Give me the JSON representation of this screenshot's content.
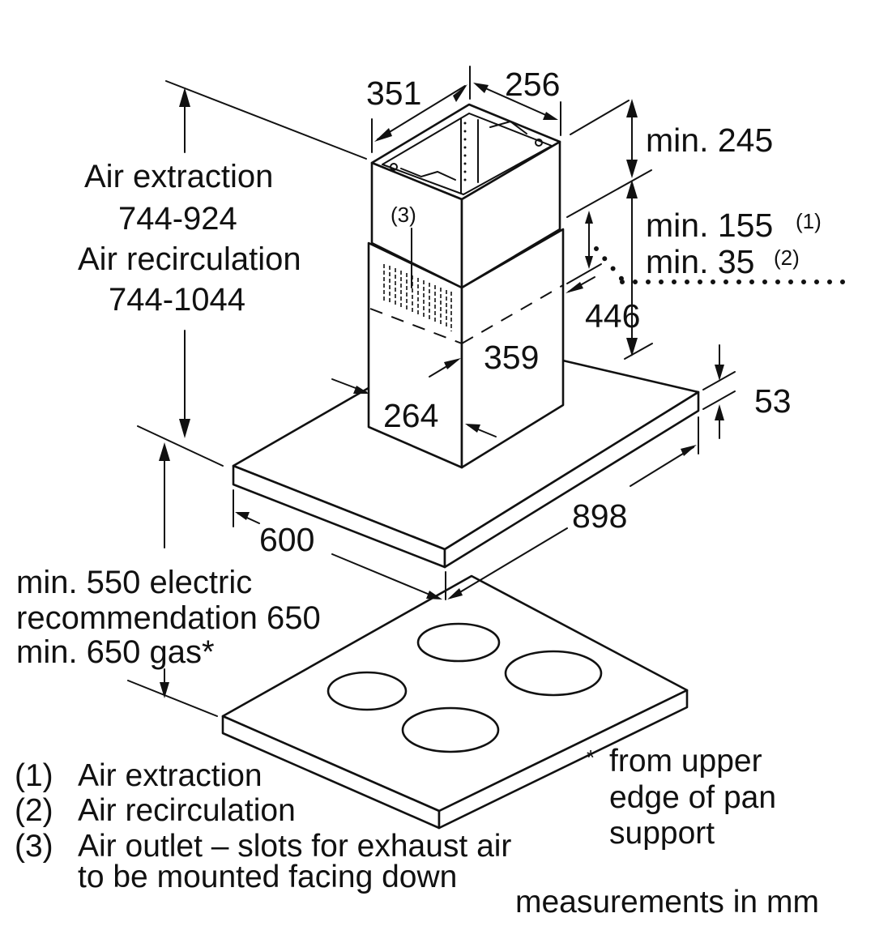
{
  "diagram": {
    "title": "Island cooker hood installation dimensions",
    "units_note": "measurements in mm",
    "chimney": {
      "top_depth": "351",
      "top_width": "256",
      "lower_depth": "264",
      "lower_width": "359",
      "outlet_marker": "(3)"
    },
    "height_labels": {
      "extraction_label": "Air extraction",
      "extraction_range": "744-924",
      "recirculation_label": "Air recirculation",
      "recirculation_range": "744-1044"
    },
    "ceiling_clearances": {
      "min_top": "min. 245",
      "min_extraction": "min. 155",
      "min_extraction_ref": "(1)",
      "min_recirculation": "min. 35",
      "min_recirculation_ref": "(2)",
      "telescopic_section": "446"
    },
    "canopy": {
      "thickness": "53",
      "width": "898",
      "depth": "600"
    },
    "hob_distance": {
      "line1": "min. 550 electric",
      "line2": "recommendation 650",
      "line3": "min. 650 gas*"
    },
    "footnote": {
      "marker": "*",
      "line1": "from upper",
      "line2": "edge of pan",
      "line3": "support"
    },
    "legend": [
      {
        "key": "(1)",
        "text": "Air extraction"
      },
      {
        "key": "(2)",
        "text": "Air recirculation"
      },
      {
        "key": "(3)",
        "text": "Air outlet – slots for exhaust air",
        "text2": "to be mounted facing down"
      }
    ]
  }
}
